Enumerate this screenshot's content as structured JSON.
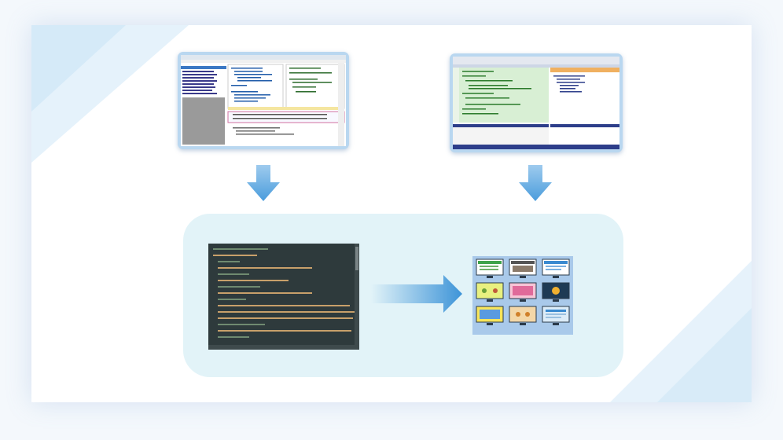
{
  "figure": {
    "top_left_screenshot": "legacy-ide-window",
    "top_right_screenshot": "visual-studio-window",
    "code_editor": "converted-source-code",
    "output": "multiple-application-screens"
  },
  "colors": {
    "arrow": "#4a9cdc",
    "panel": "#e2f3f8",
    "editor_bg": "#2e3a3c"
  }
}
